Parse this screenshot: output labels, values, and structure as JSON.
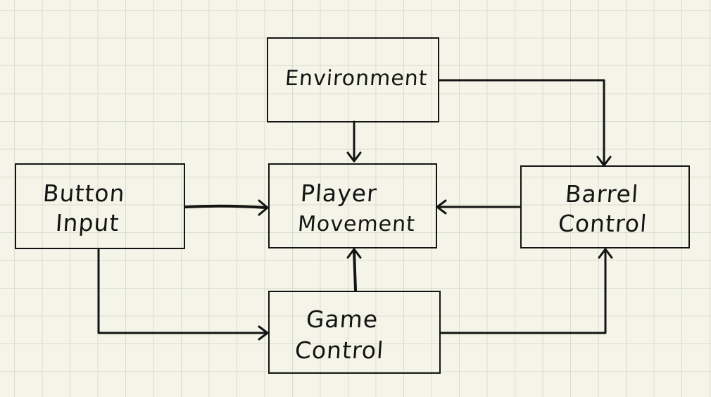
{
  "diagram": {
    "nodes": {
      "environment": {
        "label": "Environment"
      },
      "button_input": {
        "line1": "Button",
        "line2": "Input"
      },
      "player_movement": {
        "line1": "Player",
        "line2": "Movement"
      },
      "barrel_control": {
        "line1": "Barrel",
        "line2": "Control"
      },
      "game_control": {
        "line1": "Game",
        "line2": "Control"
      }
    },
    "edges": [
      {
        "from": "Environment",
        "to": "Player Movement"
      },
      {
        "from": "Environment",
        "to": "Barrel Control"
      },
      {
        "from": "Button Input",
        "to": "Player Movement"
      },
      {
        "from": "Button Input",
        "to": "Game Control"
      },
      {
        "from": "Barrel Control",
        "to": "Player Movement"
      },
      {
        "from": "Game Control",
        "to": "Player Movement"
      },
      {
        "from": "Game Control",
        "to": "Barrel Control"
      }
    ],
    "colors": {
      "paper": "#f5f4e8",
      "grid": "#d9dccb",
      "ink": "#141414"
    }
  }
}
